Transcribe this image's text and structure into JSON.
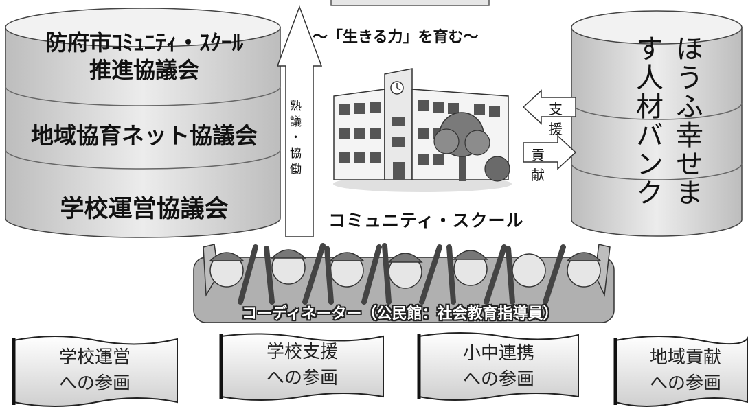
{
  "cylinder_left": {
    "top_line1": "防府市ｺﾐｭﾆﾃｨ・ｽｸｰﾙ",
    "top_line2": "推進協議会",
    "middle": "地域協育ネット協議会",
    "bottom": "学校運営協議会"
  },
  "cylinder_right": {
    "label": "ほうふ幸せます人材バンク"
  },
  "slogan": "～「生きる力」を育む～",
  "center_arrow_label": "熟議・協働",
  "support_label": "支 援",
  "contribution_label": "貢 献",
  "school_label": "コミュニティ・スクール",
  "coordinator_label": "コーディネーター（公民館：社会教育指導員）",
  "banners": [
    {
      "line1": "学校運営",
      "line2": "への参画"
    },
    {
      "line1": "学校支援",
      "line2": "への参画"
    },
    {
      "line1": "小中連携",
      "line2": "への参画"
    },
    {
      "line1": "地域貢献",
      "line2": "への参画"
    }
  ],
  "colors": {
    "cylinder_fill": "#d9d9d9",
    "banner_fill": "#dcdcdc",
    "outline": "#333333"
  }
}
